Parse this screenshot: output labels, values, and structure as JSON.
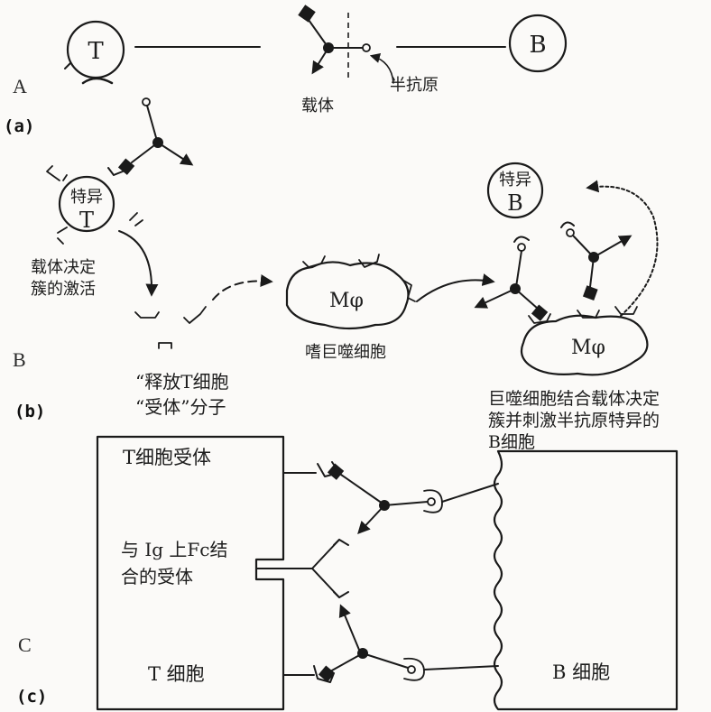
{
  "panel_a": {
    "letter": "A",
    "tag": "(a)",
    "t_cell": "T",
    "b_cell": "B",
    "carrier": "载体",
    "hapten": "半抗原"
  },
  "panel_b": {
    "letter": "B",
    "tag": "(b)",
    "specific_t": [
      "特异",
      "T"
    ],
    "carrier_activation": [
      "载体决定",
      "簇的激活"
    ],
    "release": [
      "“释放T细胞",
      "“受体”分子"
    ],
    "macrophage": "Mφ",
    "macrophage_label": "嗜巨噬细胞",
    "specific_b": [
      "特异",
      "B"
    ],
    "caption": [
      "巨噬细胞结合载体决定",
      "簇并刺激半抗原特异的",
      "B细胞"
    ]
  },
  "panel_c": {
    "letter": "C",
    "tag": "(c)",
    "t_receptor": "T细胞受体",
    "fc_receptor": [
      "与 Ig 上Fc结",
      "合的受体"
    ],
    "t_cell": "T 细胞",
    "b_cell": "B 细胞"
  }
}
